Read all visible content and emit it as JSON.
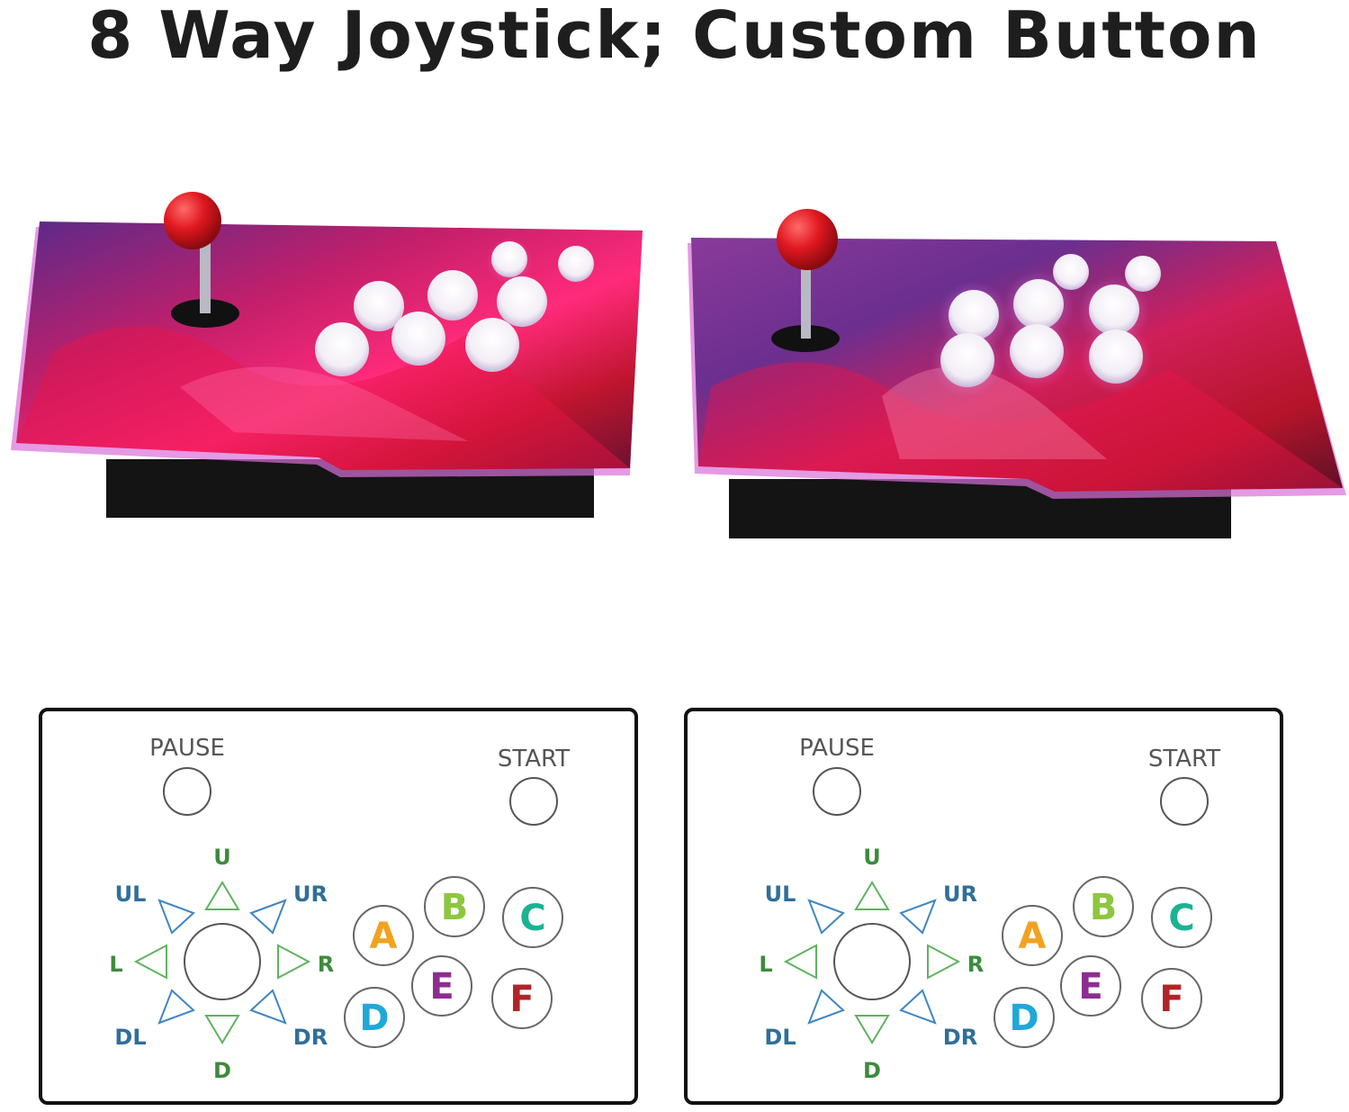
{
  "title": "8 Way Joystick;  Custom Button",
  "colors": {
    "direction_blue": "#2f6f9a",
    "direction_green": "#3d8b3d",
    "arrow_green": "#5fb35f",
    "arrow_blue": "#3f86c4",
    "button_A": "#f1a21f",
    "button_B": "#8dc63f",
    "button_C": "#1ab394",
    "button_D": "#1fa8d8",
    "button_E": "#8e2d91",
    "button_F": "#b22427",
    "label_gray": "#555555",
    "ball_red": "#d8141d",
    "panel_magenta": "#d91f6b",
    "panel_purple": "#6b3fa6"
  },
  "photo": {
    "description_icons": [
      "arcade-stick-left",
      "arcade-stick-right"
    ]
  },
  "layouts": [
    {
      "pause_label": "PAUSE",
      "start_label": "START",
      "directions": {
        "up": "U",
        "up_left": "UL",
        "up_right": "UR",
        "left": "L",
        "right": "R",
        "down_left": "DL",
        "down_right": "DR",
        "down": "D"
      },
      "buttons": {
        "a": "A",
        "b": "B",
        "c": "C",
        "d": "D",
        "e": "E",
        "f": "F"
      }
    },
    {
      "pause_label": "PAUSE",
      "start_label": "START",
      "directions": {
        "up": "U",
        "up_left": "UL",
        "up_right": "UR",
        "left": "L",
        "right": "R",
        "down_left": "DL",
        "down_right": "DR",
        "down": "D"
      },
      "buttons": {
        "a": "A",
        "b": "B",
        "c": "C",
        "d": "D",
        "e": "E",
        "f": "F"
      }
    }
  ]
}
